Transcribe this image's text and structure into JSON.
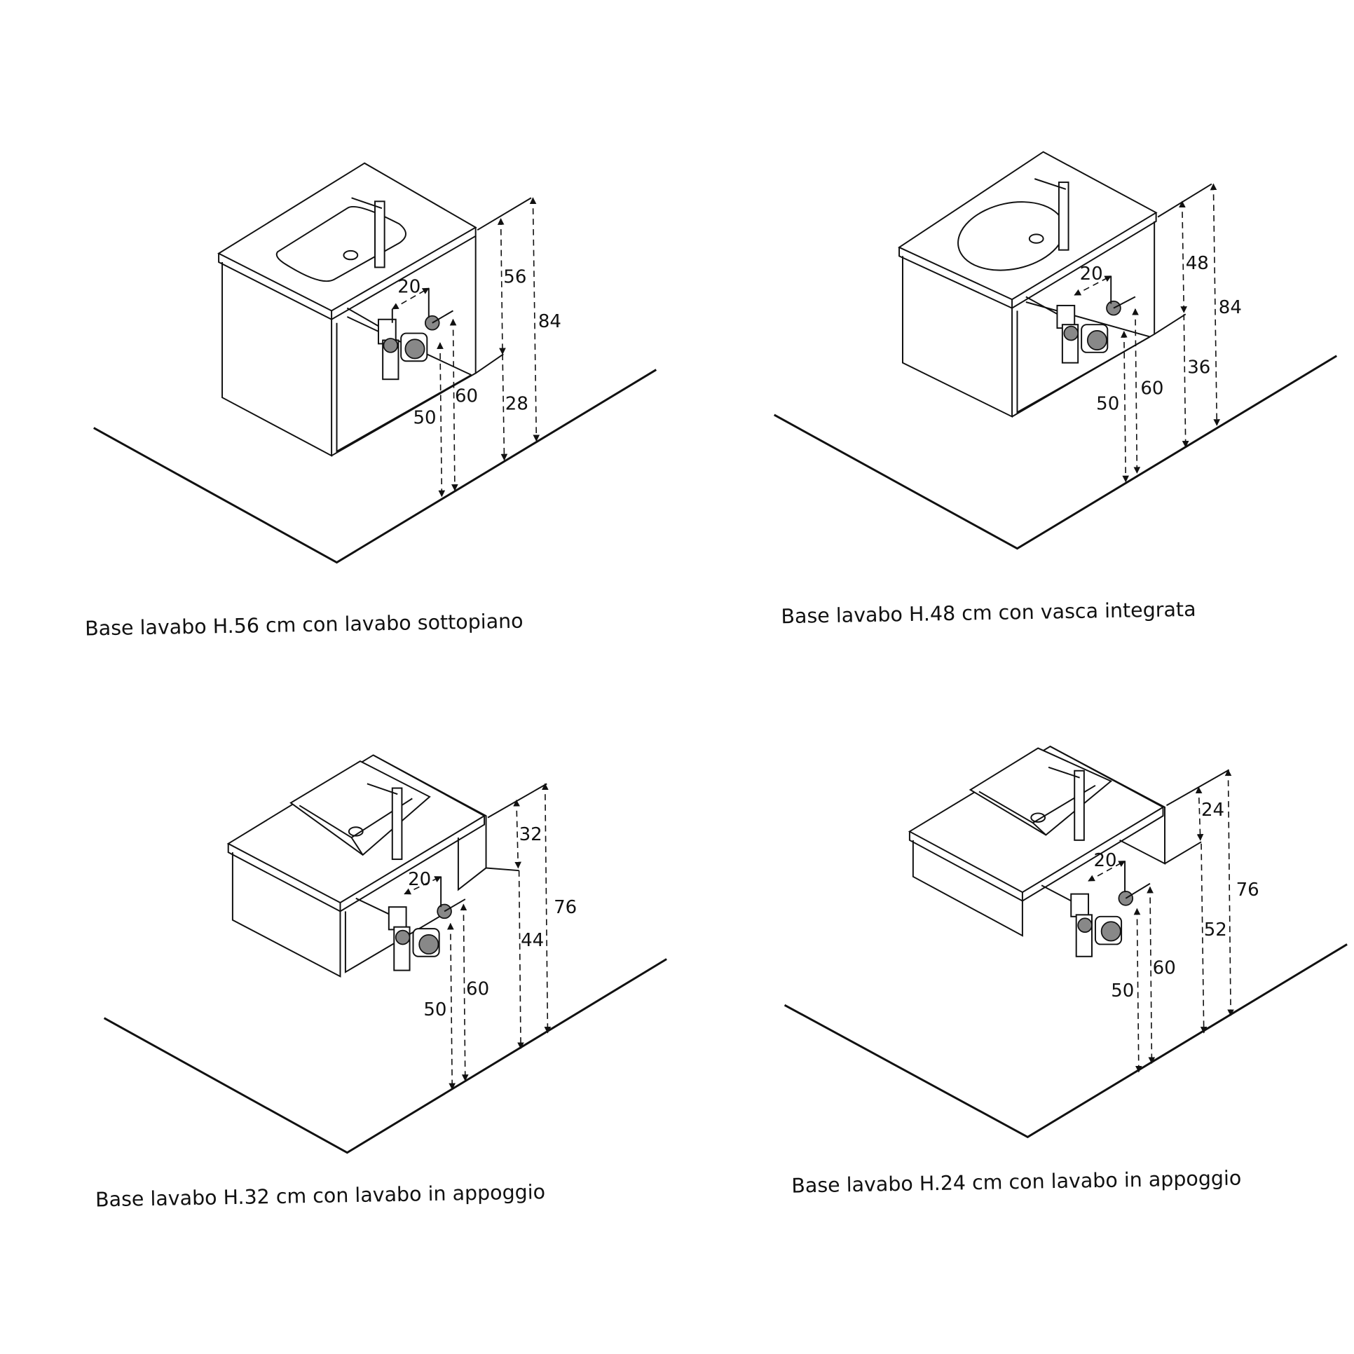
{
  "panels": [
    {
      "caption": "Base lavabo H.56 cm con lavabo sottopiano",
      "dims": {
        "cabinet": "56",
        "total": "84",
        "below": "28",
        "drain": "50",
        "supply": "60",
        "offset": "20"
      }
    },
    {
      "caption": "Base lavabo H.48 cm con vasca integrata",
      "dims": {
        "cabinet": "48",
        "total": "84",
        "below": "36",
        "drain": "50",
        "supply": "60",
        "offset": "20"
      }
    },
    {
      "caption": "Base lavabo H.32 cm con lavabo in appoggio",
      "dims": {
        "cabinet": "32",
        "total": "76",
        "below": "44",
        "drain": "50",
        "supply": "60",
        "offset": "20"
      }
    },
    {
      "caption": "Base lavabo H.24 cm con lavabo in appoggio",
      "dims": {
        "cabinet": "24",
        "total": "76",
        "below": "52",
        "drain": "50",
        "supply": "60",
        "offset": "20"
      }
    }
  ]
}
